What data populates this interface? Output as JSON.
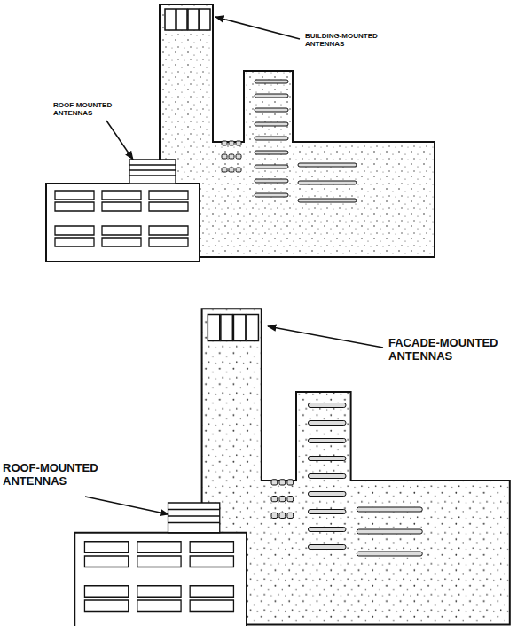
{
  "diagram": {
    "labels": [
      "BUILDING-MOUNTED ANTENNAS",
      "ROOF-MOUNTED ANTENNAS",
      "FACADE-MOUNTED ANTENNAS",
      "ROOF-MOUNTED ANTENNAS"
    ]
  }
}
